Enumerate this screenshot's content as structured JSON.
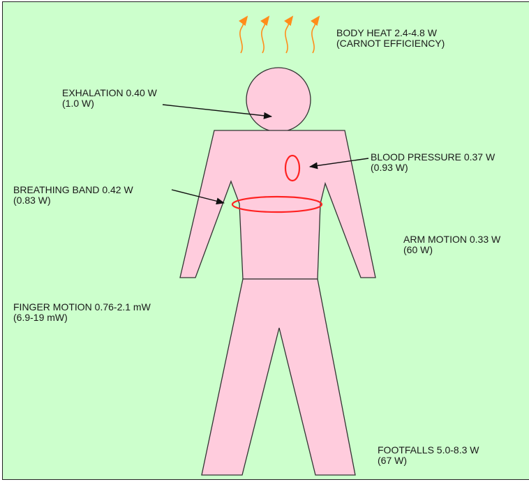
{
  "colors": {
    "background": "#ccffcc",
    "body_fill": "#ffccdd",
    "body_stroke": "#333333",
    "sensor_outline": "#ff2222",
    "heat_arrow": "#ff8c1a",
    "text": "#1a1a1a"
  },
  "icons": {
    "heat": "orange wavy up arrows",
    "pointer": "black arrow"
  },
  "labels": {
    "body_heat": {
      "line1": "BODY HEAT 2.4-4.8 W",
      "line2": "(CARNOT EFFICIENCY)"
    },
    "exhalation": {
      "line1": "EXHALATION 0.40 W",
      "line2": "(1.0 W)"
    },
    "blood_pressure": {
      "line1": "BLOOD PRESSURE 0.37 W",
      "line2": "(0.93 W)"
    },
    "breathing_band": {
      "line1": "BREATHING BAND 0.42 W",
      "line2": "(0.83 W)"
    },
    "arm_motion": {
      "line1": "ARM MOTION 0.33 W",
      "line2": "(60 W)"
    },
    "finger_motion": {
      "line1": "FINGER MOTION 0.76-2.1 mW",
      "line2": "(6.9-19 mW)"
    },
    "footfalls": {
      "line1": "FOOTFALLS 5.0-8.3 W",
      "line2": "(67 W)"
    }
  }
}
